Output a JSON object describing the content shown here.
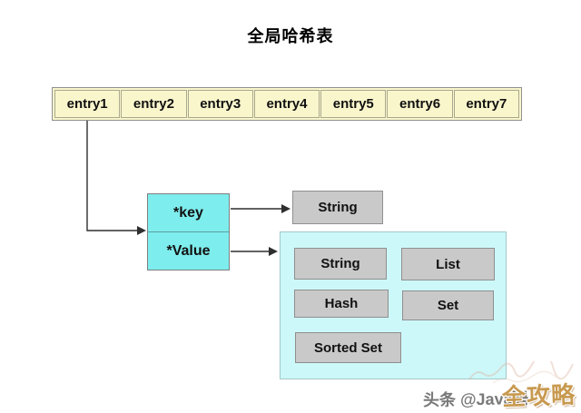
{
  "title": "全局哈希表",
  "hash_table": {
    "entries": [
      "entry1",
      "entry2",
      "entry3",
      "entry4",
      "entry5",
      "entry6",
      "entry7"
    ]
  },
  "entry_node": {
    "key_label": "*key",
    "value_label": "*Value"
  },
  "key_points_to": {
    "label": "String"
  },
  "value_types": {
    "items": [
      "String",
      "List",
      "Hash",
      "Set",
      "Sorted Set"
    ]
  },
  "watermark": {
    "source_text": "头条 @Java码",
    "stamp_text": "全攻略"
  },
  "colors": {
    "entry-fill": "#FAF6CC",
    "kv-fill": "#7EEDED",
    "container-fill": "#CDF8F9",
    "type-box-fill": "#C9C9C9",
    "box-border": "#8F8F8F",
    "line": "#2F2F2F",
    "watermark-gray": "#6E6E6E",
    "watermark-gold": "#C89A50"
  }
}
